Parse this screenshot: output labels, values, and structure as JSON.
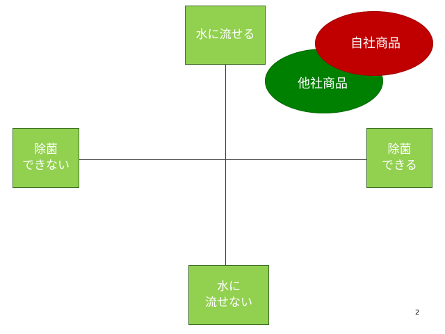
{
  "slide": {
    "page_number": "2"
  },
  "quadrant_labels": {
    "top": "水に流せる",
    "bottom_line1": "水に",
    "bottom_line2": "流せない",
    "left_line1": "除菌",
    "left_line2": "できない",
    "right_line1": "除菌",
    "right_line2": "できる"
  },
  "products": {
    "competitor_label": "他社商品",
    "own_label": "自社商品"
  },
  "colors": {
    "box_fill": "#92d050",
    "competitor_fill": "#008000",
    "own_fill": "#c00000",
    "axis_line": "#404040"
  }
}
